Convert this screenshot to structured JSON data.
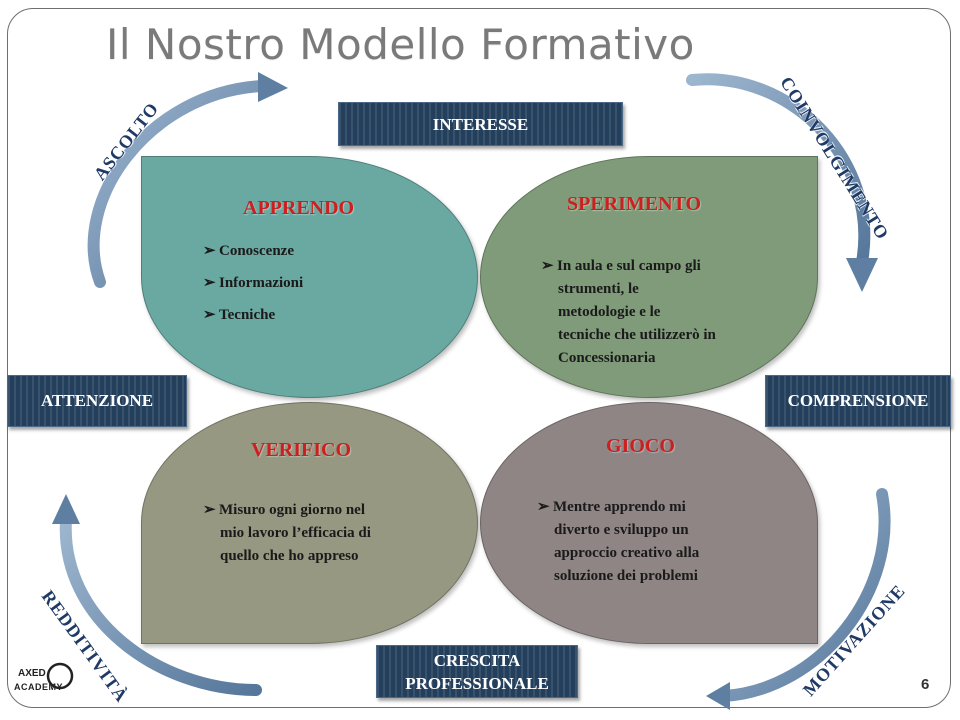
{
  "title": "Il Nostro Modello Formativo",
  "quadrants": [
    {
      "title": "APPRENDO",
      "bullets": [
        "Conoscenze",
        "Informazioni",
        "Tecniche"
      ]
    },
    {
      "title": "SPERIMENTO",
      "bullets": [
        "In aula e sul campo gli",
        "strumenti, le",
        "metodologie e le",
        "tecniche che utilizzerò in",
        "Concessionaria"
      ]
    },
    {
      "title": "VERIFICO",
      "bullets": [
        "Misuro ogni giorno nel",
        "mio lavoro l’efficacia di",
        "quello che ho appreso"
      ]
    },
    {
      "title": "GIOCO",
      "bullets": [
        "Mentre apprendo mi",
        "diverto e sviluppo un",
        "approccio creativo alla",
        "soluzione dei problemi"
      ]
    }
  ],
  "labels": {
    "top": "INTERESSE",
    "left": "ATTENZIONE",
    "right": "COMPRENSIONE",
    "bottom_line1": "CRESCITA",
    "bottom_line2": "PROFESSIONALE"
  },
  "arcs": {
    "top_left": "ASCOLTO",
    "top_right": "COINVOLGIMENTO",
    "bottom_left": "REDDITIVITÀ",
    "bottom_right": "MOTIVAZIONE"
  },
  "logo": {
    "top": "AXED",
    "bottom": "ACADEMY"
  },
  "page_number": "6",
  "colors": {
    "apprendo": "#6aa9a2",
    "sperimento": "#7f9b79",
    "verifico": "#979882",
    "gioco": "#8f8585",
    "label_bg": "#233f5c",
    "quadrant_title": "#cc1f1f",
    "arrow": "#7a98b8"
  }
}
